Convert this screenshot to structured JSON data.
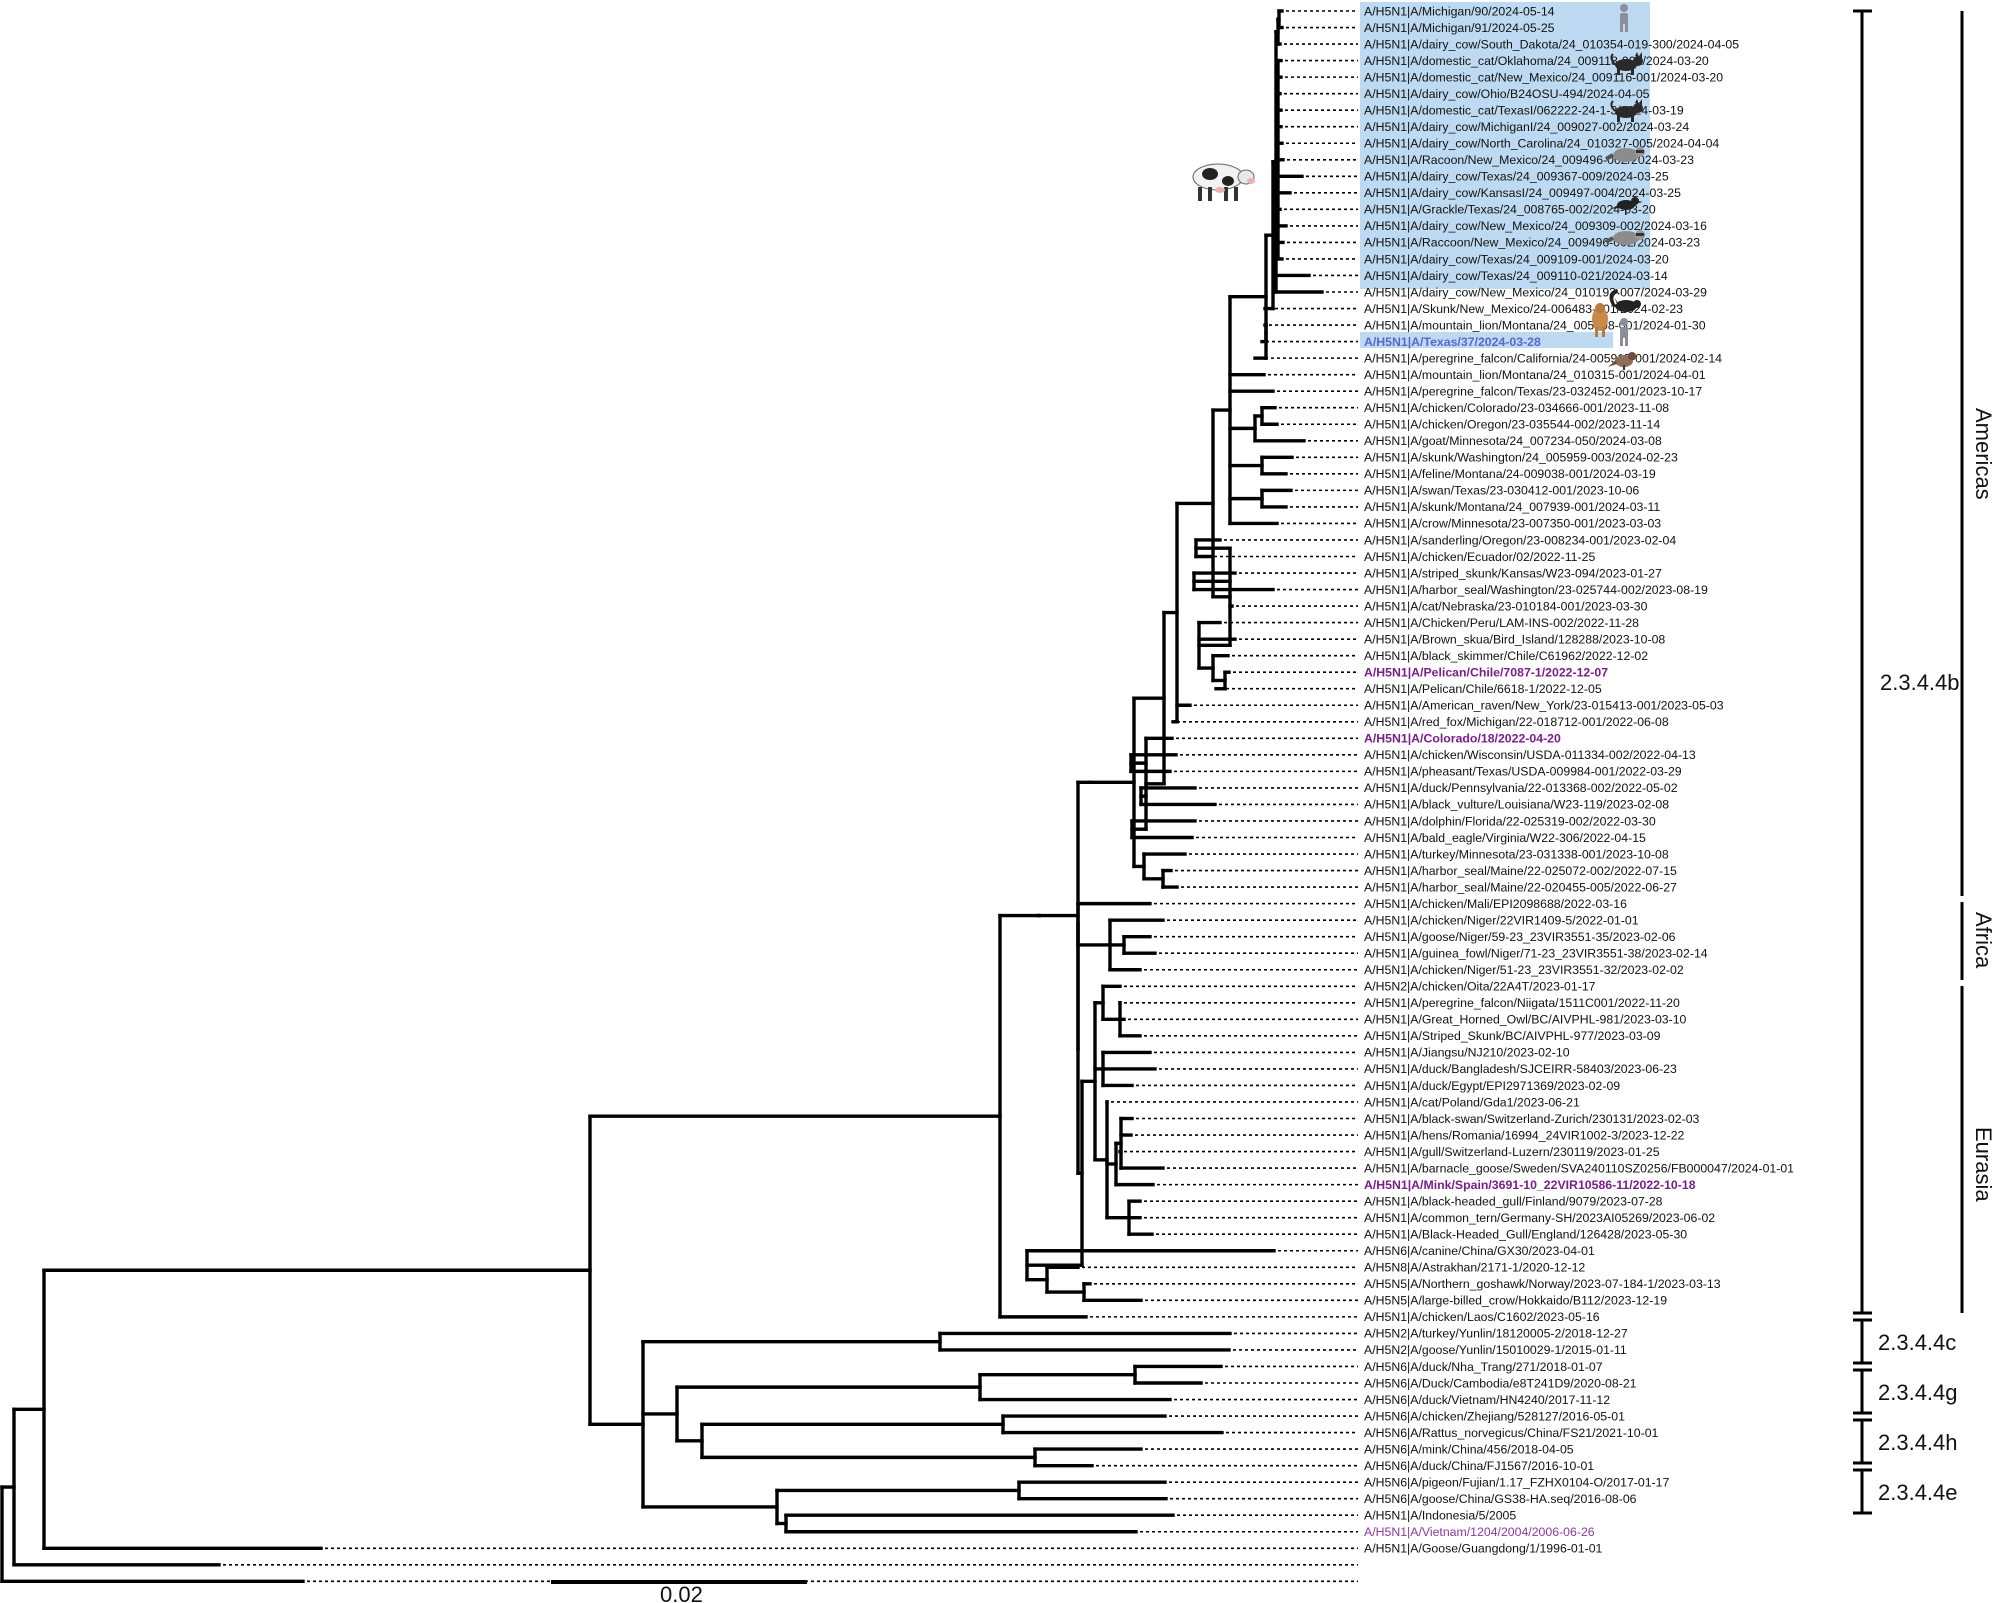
{
  "colors": {
    "branch": "#000000",
    "highlight_box": "#bedaf2",
    "highlight_label": "#7a1f8a",
    "reference_label": "#8b3a9c",
    "texas_label": "#5b67c7"
  },
  "leaves": [
    {
      "label": "A/H5N1|A/Michigan/90/2024-05-14",
      "style": "boxed"
    },
    {
      "label": "A/H5N1|A/Michigan/91/2024-05-25",
      "style": "boxed"
    },
    {
      "label": "A/H5N1|A/dairy_cow/South_Dakota/24_010354-019-300/2024-04-05",
      "style": "boxed"
    },
    {
      "label": "A/H5N1|A/domestic_cat/Oklahoma/24_009118-002/2024-03-20",
      "style": "boxed"
    },
    {
      "label": "A/H5N1|A/domestic_cat/New_Mexico/24_009116-001/2024-03-20",
      "style": "boxed"
    },
    {
      "label": "A/H5N1|A/dairy_cow/Ohio/B24OSU-494/2024-04-05",
      "style": "boxed"
    },
    {
      "label": "A/H5N1|A/domestic_cat/TexasI/062222-24-1-3/2024-03-19",
      "style": "boxed"
    },
    {
      "label": "A/H5N1|A/dairy_cow/MichiganI/24_009027-002/2024-03-24",
      "style": "boxed"
    },
    {
      "label": "A/H5N1|A/dairy_cow/North_Carolina/24_010327-005/2024-04-04",
      "style": "boxed"
    },
    {
      "label": "A/H5N1|A/Racoon/New_Mexico/24_009496-002/2024-03-23",
      "style": "boxed"
    },
    {
      "label": "A/H5N1|A/dairy_cow/Texas/24_009367-009/2024-03-25",
      "style": "boxed"
    },
    {
      "label": "A/H5N1|A/dairy_cow/KansasI/24_009497-004/2024-03-25",
      "style": "boxed"
    },
    {
      "label": "A/H5N1|A/Grackle/Texas/24_008765-002/2024-03-20",
      "style": "boxed"
    },
    {
      "label": "A/H5N1|A/dairy_cow/New_Mexico/24_009309-002/2024-03-16",
      "style": "boxed"
    },
    {
      "label": "A/H5N1|A/Raccoon/New_Mexico/24_009496-002/2024-03-23",
      "style": "boxed"
    },
    {
      "label": "A/H5N1|A/dairy_cow/Texas/24_009109-001/2024-03-20",
      "style": "boxed"
    },
    {
      "label": "A/H5N1|A/dairy_cow/Texas/24_009110-021/2024-03-14",
      "style": "boxed"
    },
    {
      "label": "A/H5N1|A/dairy_cow/New_Mexico/24_010193-007/2024-03-29",
      "style": "boxed"
    },
    {
      "label": "A/H5N1|A/Skunk/New_Mexico/24-006483-001/2024-02-23",
      "style": "normal"
    },
    {
      "label": "A/H5N1|A/mountain_lion/Montana/24_005908-001/2024-01-30",
      "style": "normal"
    },
    {
      "label": "A/H5N1|A/Texas/37/2024-03-28",
      "style": "texas"
    },
    {
      "label": "A/H5N1|A/peregrine_falcon/California/24-005915-001/2024-02-14",
      "style": "normal"
    },
    {
      "label": "A/H5N1|A/mountain_lion/Montana/24_010315-001/2024-04-01",
      "style": "normal"
    },
    {
      "label": "A/H5N1|A/peregrine_falcon/Texas/23-032452-001/2023-10-17",
      "style": "normal"
    },
    {
      "label": "A/H5N1|A/chicken/Colorado/23-034666-001/2023-11-08",
      "style": "normal"
    },
    {
      "label": "A/H5N1|A/chicken/Oregon/23-035544-002/2023-11-14",
      "style": "normal"
    },
    {
      "label": "A/H5N1|A/goat/Minnesota/24_007234-050/2024-03-08",
      "style": "normal"
    },
    {
      "label": "A/H5N1|A/skunk/Washington/24_005959-003/2024-02-23",
      "style": "normal"
    },
    {
      "label": "A/H5N1|A/feline/Montana/24-009038-001/2024-03-19",
      "style": "normal"
    },
    {
      "label": "A/H5N1|A/swan/Texas/23-030412-001/2023-10-06",
      "style": "normal"
    },
    {
      "label": "A/H5N1|A/skunk/Montana/24_007939-001/2024-03-11",
      "style": "normal"
    },
    {
      "label": "A/H5N1|A/crow/Minnesota/23-007350-001/2023-03-03",
      "style": "normal"
    },
    {
      "label": "A/H5N1|A/sanderling/Oregon/23-008234-001/2023-02-04",
      "style": "normal"
    },
    {
      "label": "A/H5N1|A/chicken/Ecuador/02/2022-11-25",
      "style": "normal"
    },
    {
      "label": "A/H5N1|A/striped_skunk/Kansas/W23-094/2023-01-27",
      "style": "normal"
    },
    {
      "label": "A/H5N1|A/harbor_seal/Washington/23-025744-002/2023-08-19",
      "style": "normal"
    },
    {
      "label": "A/H5N1|A/cat/Nebraska/23-010184-001/2023-03-30",
      "style": "normal"
    },
    {
      "label": "A/H5N1|A/Chicken/Peru/LAM-INS-002/2022-11-28",
      "style": "normal"
    },
    {
      "label": "A/H5N1|A/Brown_skua/Bird_Island/128288/2023-10-08",
      "style": "normal"
    },
    {
      "label": "A/H5N1|A/black_skimmer/Chile/C61962/2022-12-02",
      "style": "normal"
    },
    {
      "label": "A/H5N1|A/Pelican/Chile/7087-1/2022-12-07",
      "style": "highlight"
    },
    {
      "label": "A/H5N1|A/Pelican/Chile/6618-1/2022-12-05",
      "style": "normal"
    },
    {
      "label": "A/H5N1|A/American_raven/New_York/23-015413-001/2023-05-03",
      "style": "normal"
    },
    {
      "label": "A/H5N1|A/red_fox/Michigan/22-018712-001/2022-06-08",
      "style": "normal"
    },
    {
      "label": "A/H5N1|A/Colorado/18/2022-04-20",
      "style": "highlight"
    },
    {
      "label": "A/H5N1|A/chicken/Wisconsin/USDA-011334-002/2022-04-13",
      "style": "normal"
    },
    {
      "label": "A/H5N1|A/pheasant/Texas/USDA-009984-001/2022-03-29",
      "style": "normal"
    },
    {
      "label": "A/H5N1|A/duck/Pennsylvania/22-013368-002/2022-05-02",
      "style": "normal"
    },
    {
      "label": "A/H5N1|A/black_vulture/Louisiana/W23-119/2023-02-08",
      "style": "normal"
    },
    {
      "label": "A/H5N1|A/dolphin/Florida/22-025319-002/2022-03-30",
      "style": "normal"
    },
    {
      "label": "A/H5N1|A/bald_eagle/Virginia/W22-306/2022-04-15",
      "style": "normal"
    },
    {
      "label": "A/H5N1|A/turkey/Minnesota/23-031338-001/2023-10-08",
      "style": "normal"
    },
    {
      "label": "A/H5N1|A/harbor_seal/Maine/22-025072-002/2022-07-15",
      "style": "normal"
    },
    {
      "label": "A/H5N1|A/harbor_seal/Maine/22-020455-005/2022-06-27",
      "style": "normal"
    },
    {
      "label": "A/H5N1|A/chicken/Mali/EPI2098688/2022-03-16",
      "style": "normal"
    },
    {
      "label": "A/H5N1|A/chicken/Niger/22VIR1409-5/2022-01-01",
      "style": "normal"
    },
    {
      "label": "A/H5N1|A/goose/Niger/59-23_23VIR3551-35/2023-02-06",
      "style": "normal"
    },
    {
      "label": "A/H5N1|A/guinea_fowl/Niger/71-23_23VIR3551-38/2023-02-14",
      "style": "normal"
    },
    {
      "label": "A/H5N1|A/chicken/Niger/51-23_23VIR3551-32/2023-02-02",
      "style": "normal"
    },
    {
      "label": "A/H5N2|A/chicken/Oita/22A4T/2023-01-17",
      "style": "normal"
    },
    {
      "label": "A/H5N1|A/peregrine_falcon/Niigata/1511C001/2022-11-20",
      "style": "normal"
    },
    {
      "label": "A/H5N1|A/Great_Horned_Owl/BC/AIVPHL-981/2023-03-10",
      "style": "normal"
    },
    {
      "label": "A/H5N1|A/Striped_Skunk/BC/AIVPHL-977/2023-03-09",
      "style": "normal"
    },
    {
      "label": "A/H5N1|A/Jiangsu/NJ210/2023-02-10",
      "style": "normal"
    },
    {
      "label": "A/H5N1|A/duck/Bangladesh/SJCEIRR-58403/2023-06-23",
      "style": "normal"
    },
    {
      "label": "A/H5N1|A/duck/Egypt/EPI2971369/2023-02-09",
      "style": "normal"
    },
    {
      "label": "A/H5N1|A/cat/Poland/Gda1/2023-06-21",
      "style": "normal"
    },
    {
      "label": "A/H5N1|A/black-swan/Switzerland-Zurich/230131/2023-02-03",
      "style": "normal"
    },
    {
      "label": "A/H5N1|A/hens/Romania/16994_24VIR1002-3/2023-12-22",
      "style": "normal"
    },
    {
      "label": "A/H5N1|A/gull/Switzerland-Luzern/230119/2023-01-25",
      "style": "normal"
    },
    {
      "label": "A/H5N1|A/barnacle_goose/Sweden/SVA240110SZ0256/FB000047/2024-01-01",
      "style": "normal"
    },
    {
      "label": "A/H5N1|A/Mink/Spain/3691-10_22VIR10586-11/2022-10-18",
      "style": "highlight"
    },
    {
      "label": "A/H5N1|A/black-headed_gull/Finland/9079/2023-07-28",
      "style": "normal"
    },
    {
      "label": "A/H5N1|A/common_tern/Germany-SH/2023AI05269/2023-06-02",
      "style": "normal"
    },
    {
      "label": "A/H5N1|A/Black-Headed_Gull/England/126428/2023-05-30",
      "style": "normal"
    },
    {
      "label": "A/H5N6|A/canine/China/GX30/2023-04-01",
      "style": "normal"
    },
    {
      "label": "A/H5N8|A/Astrakhan/2171-1/2020-12-12",
      "style": "normal"
    },
    {
      "label": "A/H5N5|A/Northern_goshawk/Norway/2023-07-184-1/2023-03-13",
      "style": "normal"
    },
    {
      "label": "A/H5N5|A/large-billed_crow/Hokkaido/B112/2023-12-19",
      "style": "normal"
    },
    {
      "label": "A/H5N1|A/chicken/Laos/C1602/2023-05-16",
      "style": "normal"
    },
    {
      "label": "A/H5N2|A/turkey/Yunlin/18120005-2/2018-12-27",
      "style": "normal"
    },
    {
      "label": "A/H5N2|A/goose/Yunlin/15010029-1/2015-01-11",
      "style": "normal"
    },
    {
      "label": "A/H5N6|A/duck/Nha_Trang/271/2018-01-07",
      "style": "normal"
    },
    {
      "label": "A/H5N6|A/Duck/Cambodia/e8T241D9/2020-08-21",
      "style": "normal"
    },
    {
      "label": "A/H5N6|A/duck/Vietnam/HN4240/2017-11-12",
      "style": "normal"
    },
    {
      "label": "A/H5N6|A/chicken/Zhejiang/528127/2016-05-01",
      "style": "normal"
    },
    {
      "label": "A/H5N6|A/Rattus_norvegicus/China/FS21/2021-10-01",
      "style": "normal"
    },
    {
      "label": "A/H5N6|A/mink/China/456/2018-04-05",
      "style": "normal"
    },
    {
      "label": "A/H5N6|A/duck/China/FJ1567/2016-10-01",
      "style": "normal"
    },
    {
      "label": "A/H5N6|A/pigeon/Fujian/1.17_FZHX0104-O/2017-01-17",
      "style": "normal"
    },
    {
      "label": "A/H5N6|A/goose/China/GS38-HA.seq/2016-08-06",
      "style": "normal"
    },
    {
      "label": "A/H5N1|A/Indonesia/5/2005",
      "style": "normal"
    },
    {
      "label": "A/H5N1|A/Vietnam/1204/2004/2006-06-26",
      "style": "reference"
    },
    {
      "label": "A/H5N1|A/Goose/Guangdong/1/1996-01-01",
      "style": "normal"
    }
  ],
  "clades": {
    "americas": "Americas",
    "africa": "Africa",
    "eurasia": "Eurasia",
    "c2344b": "2.3.4.4b",
    "c2344c": "2.3.4.4c",
    "c2344g": "2.3.4.4g",
    "c2344h": "2.3.4.4h",
    "c2344e": "2.3.4.4e"
  },
  "scale_bar": {
    "label": "0.02"
  },
  "host_icons": [
    "human-icon",
    "cat-icon",
    "cat-icon",
    "raccoon-icon",
    "bird-icon",
    "raccoon-icon",
    "cow-icon",
    "skunk-icon",
    "mountain-lion-icon",
    "human-icon",
    "falcon-icon"
  ]
}
